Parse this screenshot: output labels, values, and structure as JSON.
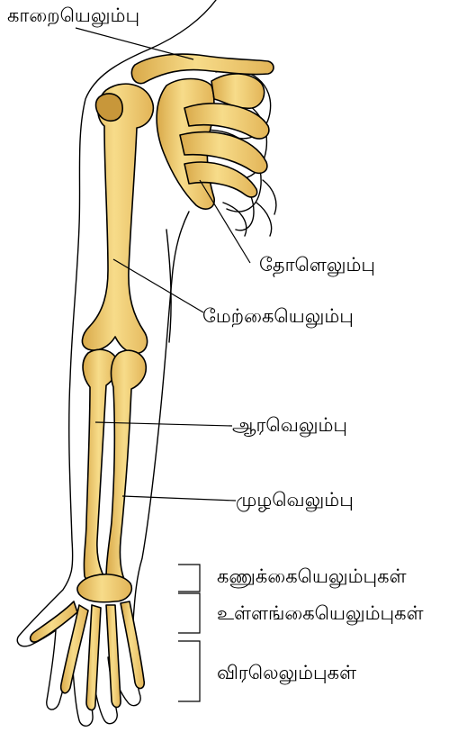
{
  "labels": {
    "clavicle": "காறையெலும்பு",
    "scapula": "தோளெலும்பு",
    "humerus": "மேற்கையெலும்பு",
    "radius": "ஆரவெலும்பு",
    "ulna": "முழவெலும்பு",
    "carpals": "கணுக்கையெலும்புகள்",
    "metacarpals": "உள்ளங்கையெலும்புகள்",
    "phalanges": "விரலெலும்புகள்"
  },
  "colors": {
    "bone_light": "#fbe6a0",
    "bone_mid": "#e8c064",
    "bone_dark": "#c8973a",
    "outline": "#000000",
    "background": "#ffffff"
  }
}
